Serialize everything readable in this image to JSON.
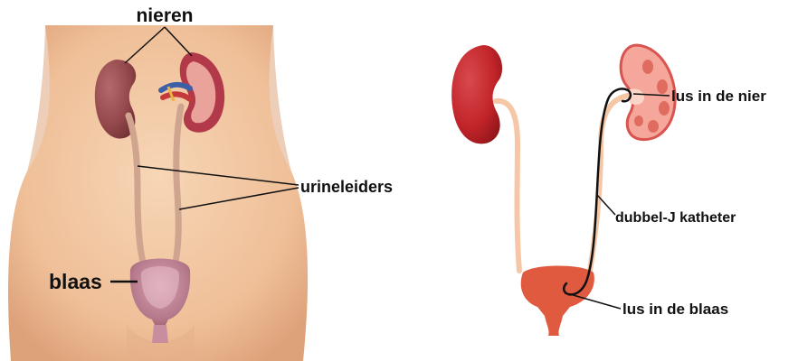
{
  "left_figure": {
    "labels": {
      "kidneys": "nieren",
      "ureters": "urineleiders",
      "bladder": "blaas"
    }
  },
  "right_figure": {
    "labels": {
      "kidney_loop": "lus in de nier",
      "catheter": "dubbel-J katheter",
      "bladder_loop": "lus in de blaas"
    }
  },
  "colors": {
    "skin": "#f3c9a2",
    "skin_shadow": "#e2ab82",
    "kidney_red": "#c2252a",
    "kidney_dark": "#9c1b1f",
    "kidney_cut": "#f4a79a",
    "ureter": "#f6c7a6",
    "bladder": "#e05a3f",
    "bladder_left": "#b57a8a",
    "catheter": "#111111"
  }
}
